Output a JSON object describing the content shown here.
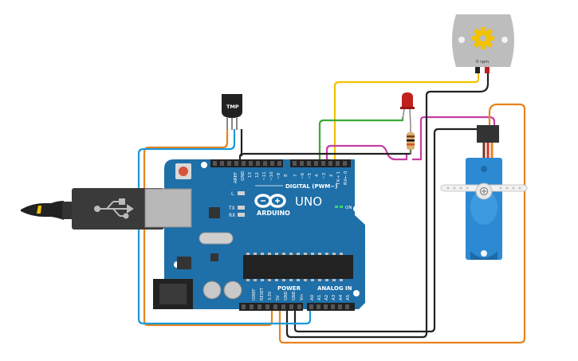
{
  "board": {
    "brand": "ARDUINO",
    "model": "UNO",
    "digital_label": "DIGITAL (PWM~)",
    "power_label": "POWER",
    "analog_label": "ANALOG IN",
    "on_label": "ON",
    "l_label": "L",
    "tx_label": "TX",
    "rx_label": "RX",
    "digital_pins": [
      "AREF",
      "GND",
      "13",
      "12",
      "~11",
      "~10",
      "~9",
      "8",
      "7",
      "~6",
      "~5",
      "4",
      "~3",
      "2",
      "TX→ 1",
      "RX← 0"
    ],
    "power_pins": [
      "IOREF",
      "RESET",
      "3.3V",
      "5V",
      "GND",
      "GND",
      "Vin"
    ],
    "analog_pins": [
      "A0",
      "A1",
      "A2",
      "A3",
      "A4",
      "A5"
    ]
  },
  "sensor": {
    "label": "TMP"
  },
  "motor": {
    "rpm_label": "0 rpm"
  },
  "colors": {
    "board": "#1f6fa8",
    "wire_yellow": "#f2c200",
    "wire_green": "#3aaa35",
    "wire_magenta": "#c43fa3",
    "wire_orange": "#e8831e",
    "wire_blue": "#1a9ad6",
    "wire_black": "#222222",
    "servo": "#2c8ad3"
  },
  "icons": {
    "usb": "usb-icon",
    "arduino_logo": "infinity-logo-icon",
    "gear": "gear-icon"
  }
}
